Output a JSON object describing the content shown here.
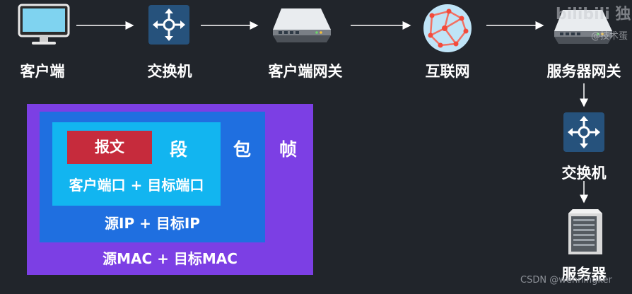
{
  "nodes": {
    "client": "客户端",
    "switch_1": "交换机",
    "client_gateway": "客户端网关",
    "internet": "互联网",
    "server_gateway": "服务器网关",
    "switch_2": "交换机",
    "server": "服务器"
  },
  "encapsulation": {
    "message": "报文",
    "segment": "段",
    "ports": "客户端口 + 目标端口",
    "packet": "包",
    "ip": "源IP + 目标IP",
    "frame": "帧",
    "mac": "源MAC + 目标MAC"
  },
  "watermark": {
    "bilibili": "bilibili 独",
    "author_tag": "@技术蛋",
    "csdn": "CSDN @wenningker"
  },
  "colors": {
    "frame": "#7c3fe4",
    "packet": "#1f6fe0",
    "segment": "#12b5f0",
    "message": "#c62b3c"
  }
}
